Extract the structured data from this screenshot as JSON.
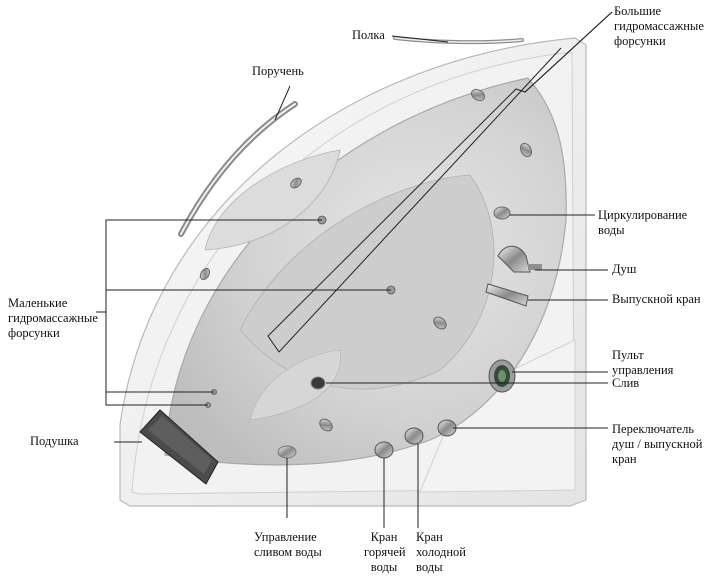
{
  "labels": {
    "shelf": "Полка",
    "large_jets": [
      "Большие",
      "гидромассажные",
      "форсунки"
    ],
    "handrail": "Поручень",
    "circulation": [
      "Циркулирование",
      "воды"
    ],
    "shower": "Душ",
    "spout": "Выпускной кран",
    "small_jets": [
      "Маленькие",
      "гидромассажные",
      "форсунки"
    ],
    "control_panel": [
      "Пульт",
      "управления"
    ],
    "drain": "Слив",
    "switch": [
      "Переключатель",
      "душ / выпускной",
      "кран"
    ],
    "pillow": "Подушка",
    "drain_control": [
      "Управление",
      "сливом воды"
    ],
    "hot_tap": [
      "Кран",
      "горячей",
      "воды"
    ],
    "cold_tap": [
      "Кран",
      "холодной",
      "воды"
    ]
  }
}
